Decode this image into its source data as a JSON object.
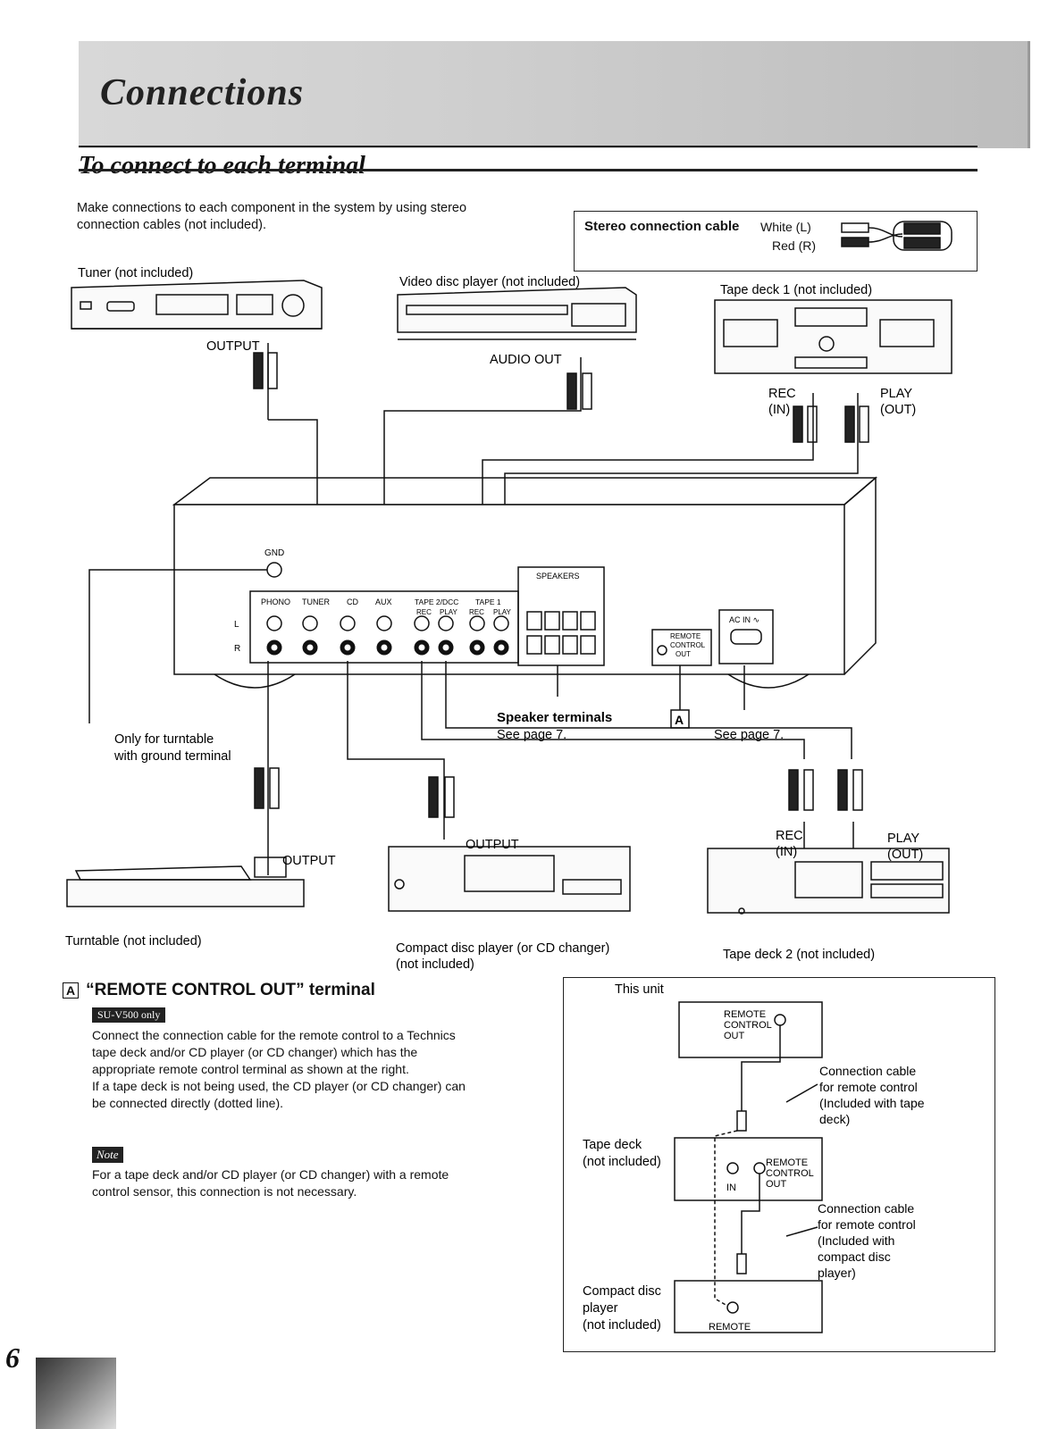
{
  "page": {
    "header": "Connections",
    "section_title": "To connect to each terminal",
    "intro": "Make connections to each component in the system by using stereo connection cables (not included).",
    "page_number": "6"
  },
  "cable_legend": {
    "title": "Stereo connection cable",
    "white": "White (L)",
    "red": "Red (R)"
  },
  "components": {
    "tuner": "Tuner (not included)",
    "video_disc": "Video disc player (not included)",
    "tape_deck_1": "Tape deck 1 (not included)",
    "turntable": "Turntable (not included)",
    "cd_player": "Compact disc player (or CD changer)",
    "cd_player_2": "(not included)",
    "tape_deck_2": "Tape deck 2 (not included)"
  },
  "jack_labels": {
    "output": "OUTPUT",
    "audio_out": "AUDIO OUT",
    "rec": "REC",
    "rec_in": "(IN)",
    "play": "PLAY",
    "play_out": "(OUT)",
    "gnd": "GND",
    "phono": "PHONO",
    "tuner": "TUNER",
    "cd": "CD",
    "aux": "AUX",
    "tape2": "TAPE 2/DCC",
    "tape1": "TAPE 1",
    "rec_small": "REC",
    "play_small": "PLAY",
    "out_small": "(OUT)",
    "in_small": "(IN)",
    "speakers": "SPEAKERS",
    "remote_control_out": [
      "REMOTE",
      "CONTROL",
      "OUT"
    ],
    "ac_in": "AC IN ∿",
    "ch_l": "L",
    "ch_r": "R"
  },
  "annotations": {
    "speaker_terminals": "Speaker terminals",
    "see_page_7": "See page 7.",
    "a_marker": "A",
    "only_turntable": "Only for turntable",
    "only_turntable_2": "with ground terminal"
  },
  "remote_section": {
    "marker": "A",
    "heading": "“REMOTE CONTROL OUT” terminal",
    "model_badge": "SU-V500 only",
    "paragraph1": "Connect the connection cable for the remote control to a Technics tape deck and/or CD player (or CD changer) which has the appropriate remote control terminal as shown at the right.",
    "paragraph2": "If a tape deck is not being used, the CD player (or CD changer) can be connected directly (dotted line).",
    "note_badge": "Note",
    "note_text": "For a tape deck and/or CD player (or CD changer) with a remote control sensor, this connection is not necessary."
  },
  "remote_diagram": {
    "this_unit": "This unit",
    "remote_out": [
      "REMOTE",
      "CONTROL",
      "OUT"
    ],
    "cable1": [
      "Connection cable",
      "for remote control",
      "(Included with tape",
      "deck)"
    ],
    "tape_deck": [
      "Tape deck",
      "(not included)"
    ],
    "in": "IN",
    "cable2": [
      "Connection cable",
      "for remote control",
      "(Included with",
      "compact disc",
      "player)"
    ],
    "cd_player": [
      "Compact disc",
      "player",
      "(not included)"
    ],
    "remote": "REMOTE"
  }
}
